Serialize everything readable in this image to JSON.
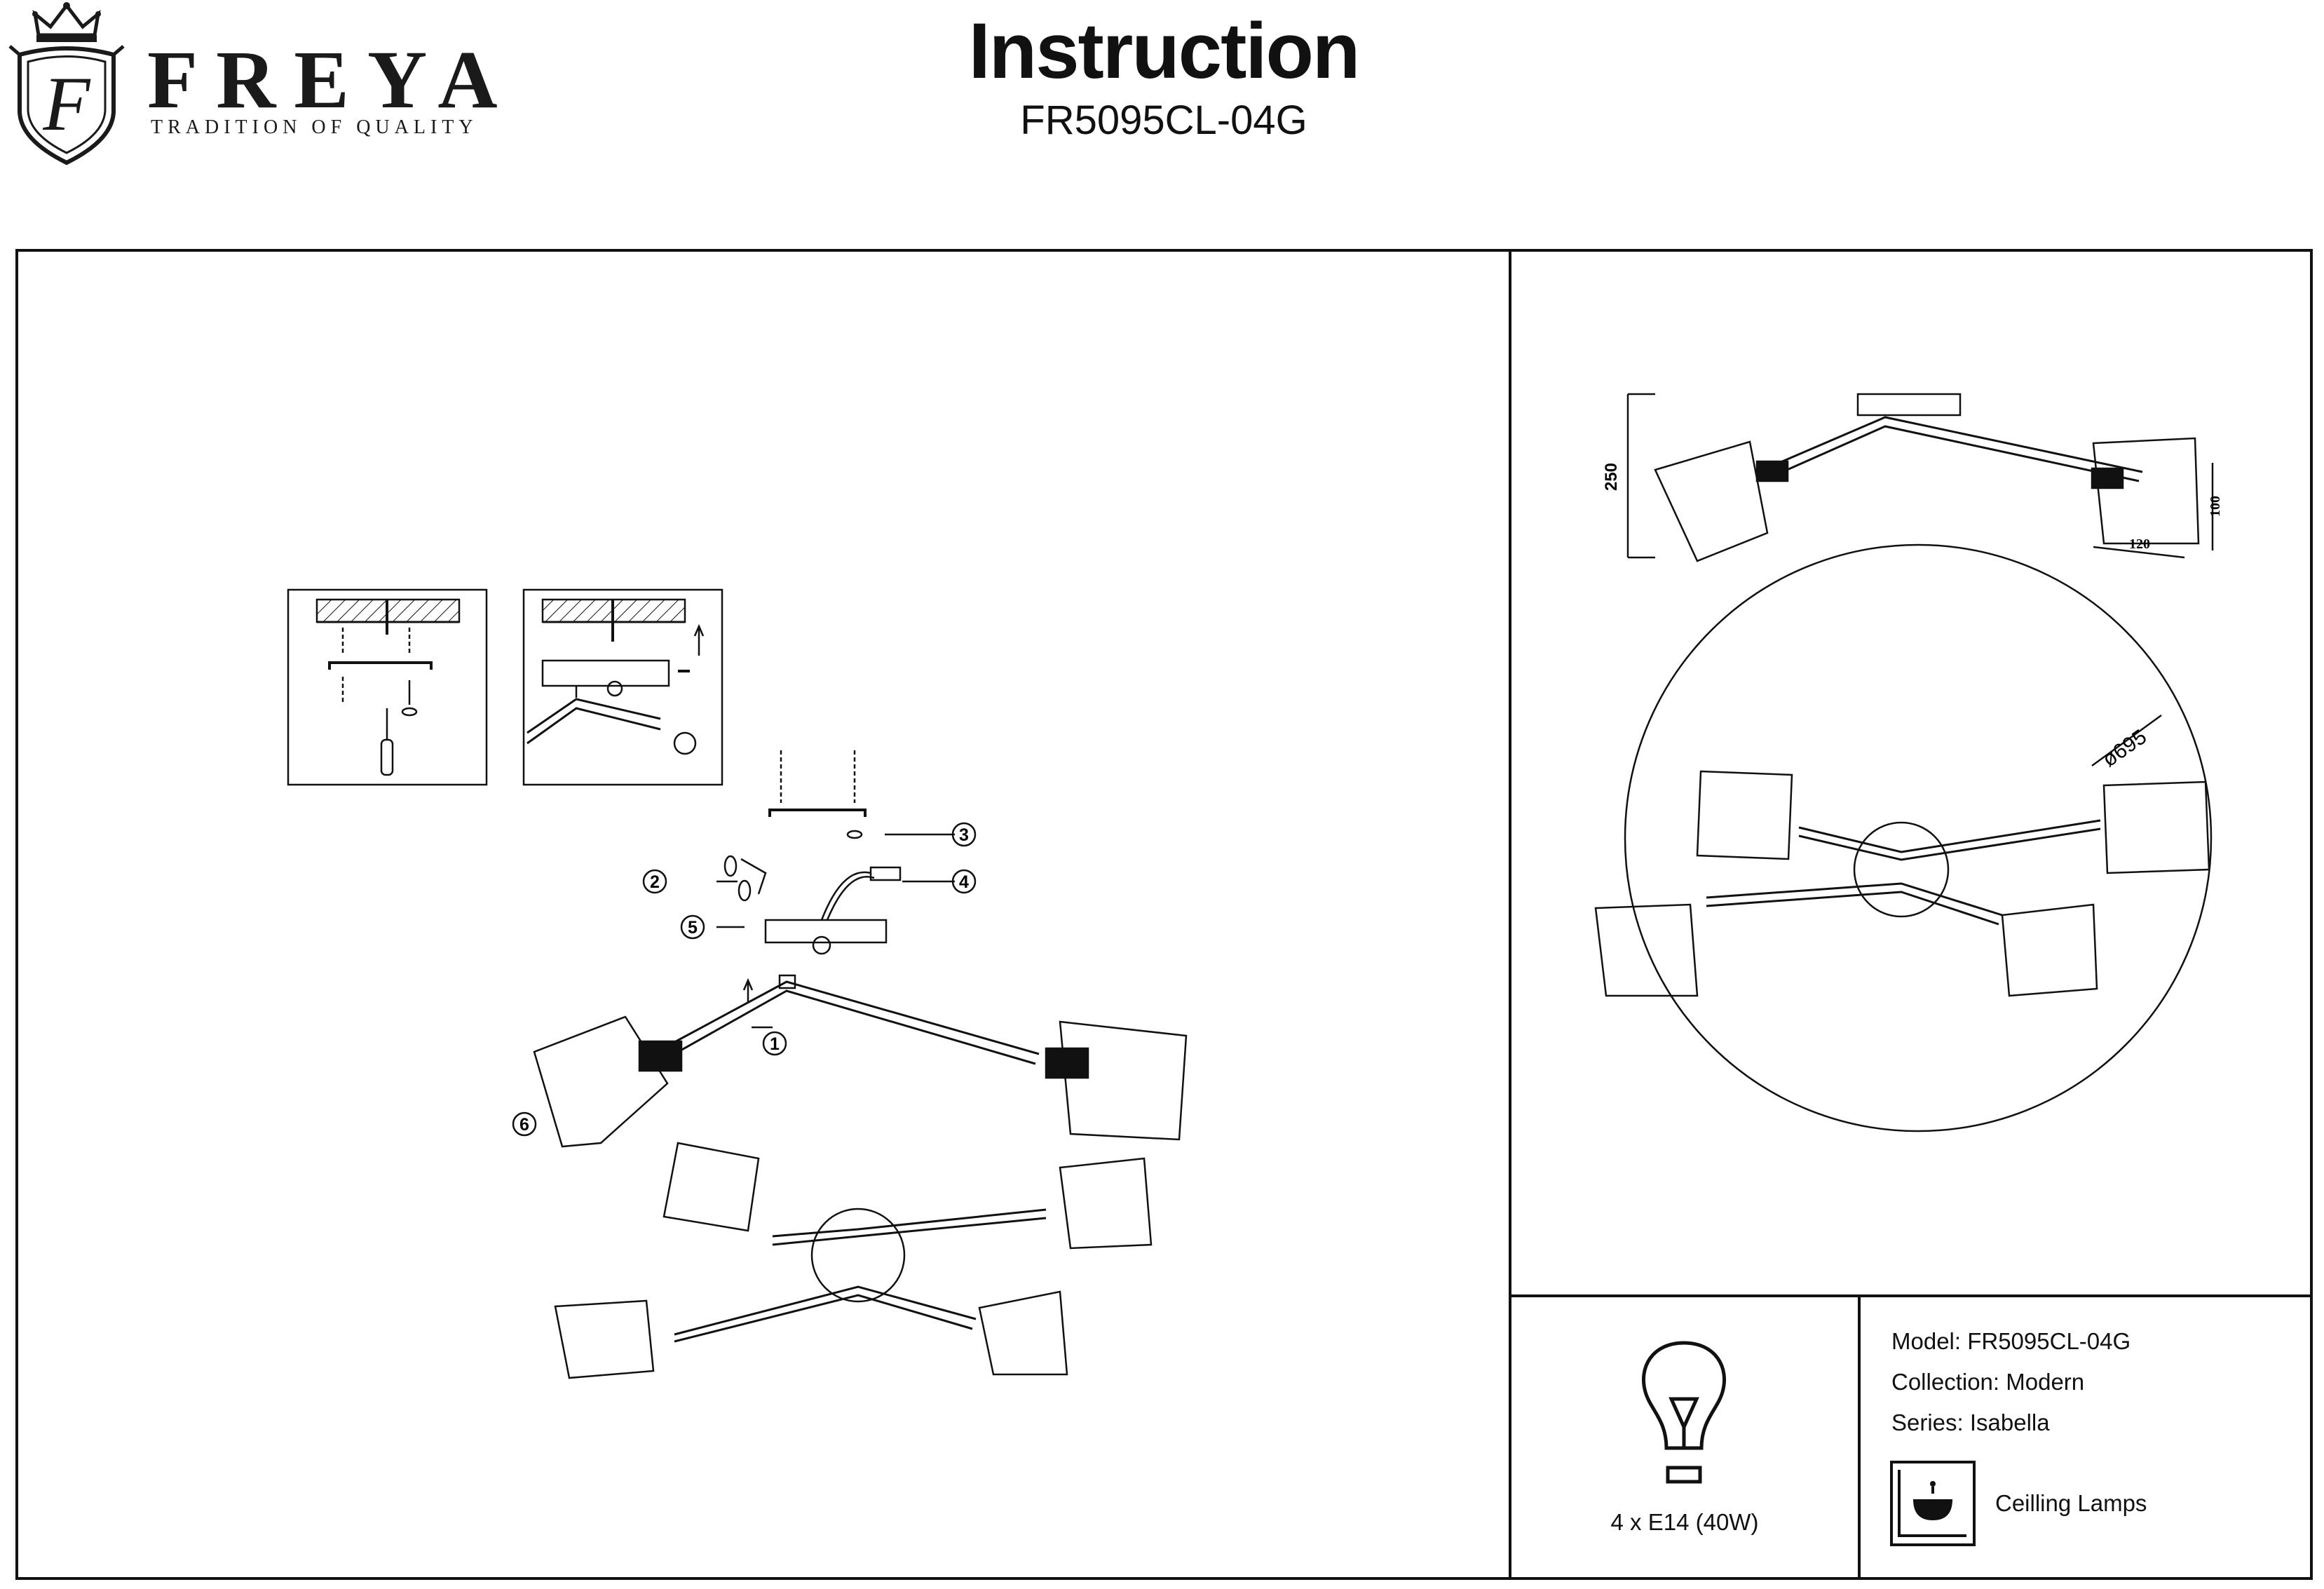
{
  "header": {
    "brand_name": "FREYA",
    "brand_tagline": "TRADITION OF QUALITY",
    "logo_letter": "F",
    "title": "Instruction",
    "model_code": "FR5095CL-04G"
  },
  "assembly": {
    "callouts": [
      "1",
      "2",
      "3",
      "4",
      "5",
      "6"
    ]
  },
  "dimensions": {
    "height": "250",
    "shade_height": "100",
    "shade_width": "120",
    "diameter": "ø695"
  },
  "specs": {
    "bulb": "4 x E14 (40W)",
    "model": "Model: FR5095CL-04G",
    "collection": "Collection: Modern",
    "series": "Series: Isabella",
    "category": "Ceilling Lamps"
  },
  "icons": {
    "logo": "crest-logo-icon",
    "bulb": "light-bulb-icon",
    "category": "ceiling-lamp-icon"
  }
}
